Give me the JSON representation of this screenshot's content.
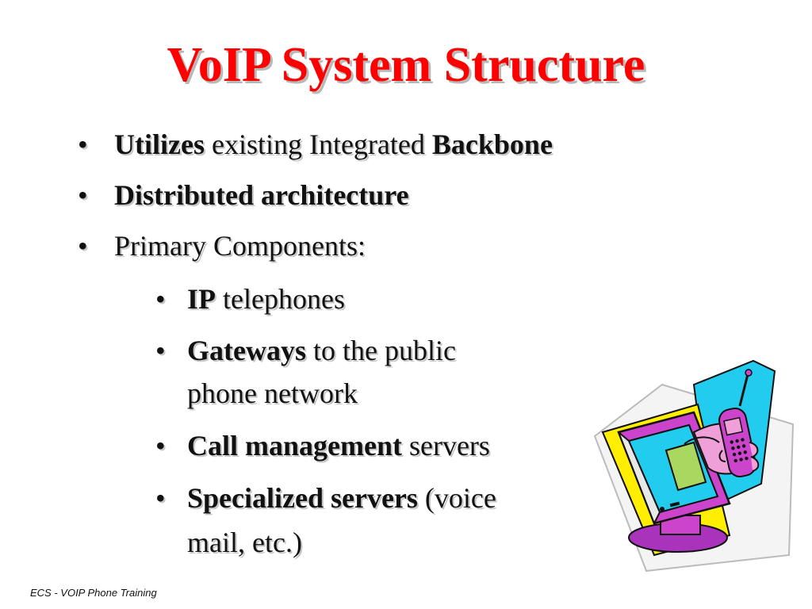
{
  "slide": {
    "title": "VoIP System Structure",
    "bullets": [
      {
        "bold": "Utilizes",
        "text": " existing Integrated ",
        "bold2": "Backbone"
      },
      {
        "bold": "Distributed architecture"
      },
      {
        "text": "Primary Components:"
      }
    ],
    "sub_bullets": [
      {
        "bold": "IP",
        "text": " telephones"
      },
      {
        "bold": "Gateways",
        "text": " to the public",
        "cont": "phone network"
      },
      {
        "bold": "Call management",
        "text": " servers"
      },
      {
        "bold": "Specialized servers",
        "text": " (voice",
        "cont": "mail, etc.)"
      }
    ],
    "bullet_glyph": "•",
    "footer": "ECS - VOIP Phone Training",
    "clipart_icon": "computer-phone-clipart-icon",
    "colors": {
      "title": "#ff0000",
      "text": "#111111",
      "clip_yellow": "#ffee00",
      "clip_cyan": "#22ccee",
      "clip_magenta": "#cc44cc",
      "clip_pink": "#f0a0d8",
      "clip_green": "#a8d860"
    }
  }
}
